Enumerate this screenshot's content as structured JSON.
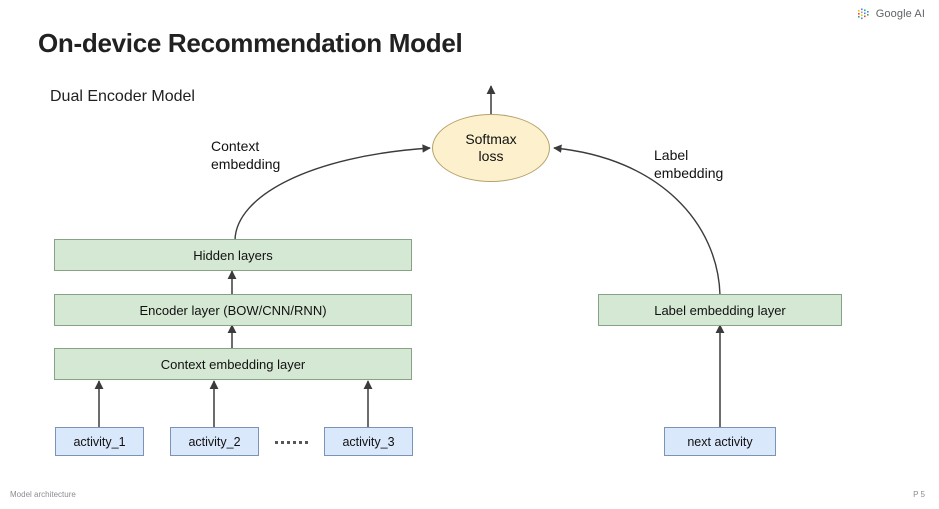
{
  "brand": {
    "name": "Google AI",
    "logo_icon": "google-ai-dots-logo",
    "dot_colors": [
      "#4285f4",
      "#ea4335",
      "#fbbc04",
      "#34a853",
      "#9aa0a6"
    ]
  },
  "slide": {
    "title": "On-device Recommendation Model",
    "subtitle": "Dual Encoder Model"
  },
  "diagram": {
    "colors": {
      "green_fill": "#d5e8d4",
      "green_stroke": "#86a386",
      "blue_fill": "#dae8fc",
      "blue_stroke": "#7b93b8",
      "yellow_fill": "#fdf1cd",
      "yellow_stroke": "#b5a16b",
      "edge_stroke": "#3b3b3b"
    },
    "nodes": {
      "softmax": {
        "line1": "Softmax",
        "line2": "loss"
      },
      "hidden_layers": "Hidden layers",
      "encoder_layer": "Encoder layer (BOW/CNN/RNN)",
      "context_embedding_layer": "Context embedding layer",
      "label_embedding_layer": "Label embedding layer",
      "activity_1": "activity_1",
      "activity_2": "activity_2",
      "activity_3": "activity_3",
      "next_activity": "next activity",
      "ellipsis": "......"
    },
    "edge_labels": {
      "context_embedding_line1": "Context",
      "context_embedding_line2": "embedding",
      "label_embedding_line1": "Label",
      "label_embedding_line2": "embedding"
    }
  },
  "footer": {
    "left": "Model architecture",
    "right": "P 5"
  }
}
